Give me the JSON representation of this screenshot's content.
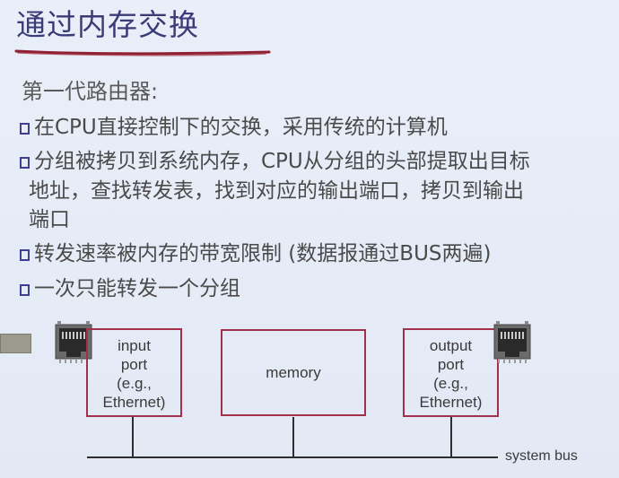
{
  "title": "通过内存交换",
  "subtitle": "第一代路由器:",
  "bullets": [
    {
      "lines": [
        "在CPU直接控制下的交换，采用传统的计算机"
      ]
    },
    {
      "lines": [
        "分组被拷贝到系统内存，CPU从分组的头部提取出目标",
        "地址，查找转发表，找到对应的输出端口，拷贝到输出",
        "端口"
      ]
    },
    {
      "lines": [
        "转发速率被内存的带宽限制 (数据报通过BUS两遍)"
      ]
    },
    {
      "lines": [
        "一次只能转发一个分组"
      ]
    }
  ],
  "diagram": {
    "input_port": [
      "input",
      "port",
      "(e.g.,",
      "Ethernet)"
    ],
    "memory": "memory",
    "output_port": [
      "output",
      "port",
      "(e.g.,",
      "Ethernet)"
    ],
    "bus_label": "system bus"
  },
  "colors": {
    "title": "#3b3b78",
    "underline": "#8f2033",
    "bullet_box": "#3f3f92",
    "box_border": "#a2304a"
  },
  "icons": [
    "ethernet-port-icon",
    "ethernet-port-icon"
  ]
}
